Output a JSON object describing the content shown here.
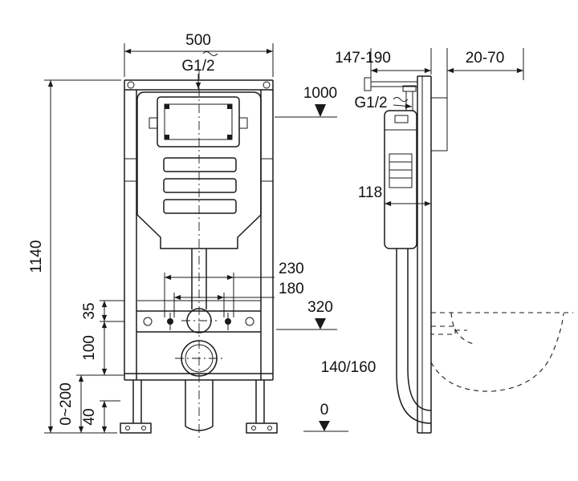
{
  "front": {
    "width": "500",
    "inlet": "G1/2",
    "height": "1140",
    "level_top": "1000",
    "bolt_wide": "230",
    "bolt_narrow": "180",
    "offset_small": "35",
    "offset_mid": "100",
    "foot_range": "0~200",
    "foot_offset": "40",
    "level_mid": "320"
  },
  "side": {
    "depth_range": "147-190",
    "wall_gap": "20-70",
    "inlet": "G1/2",
    "cistern_depth": "118",
    "outlet_size": "140/160",
    "floor_level": "0"
  },
  "colors": {
    "line": "#1a1a1a",
    "background": "#ffffff"
  }
}
